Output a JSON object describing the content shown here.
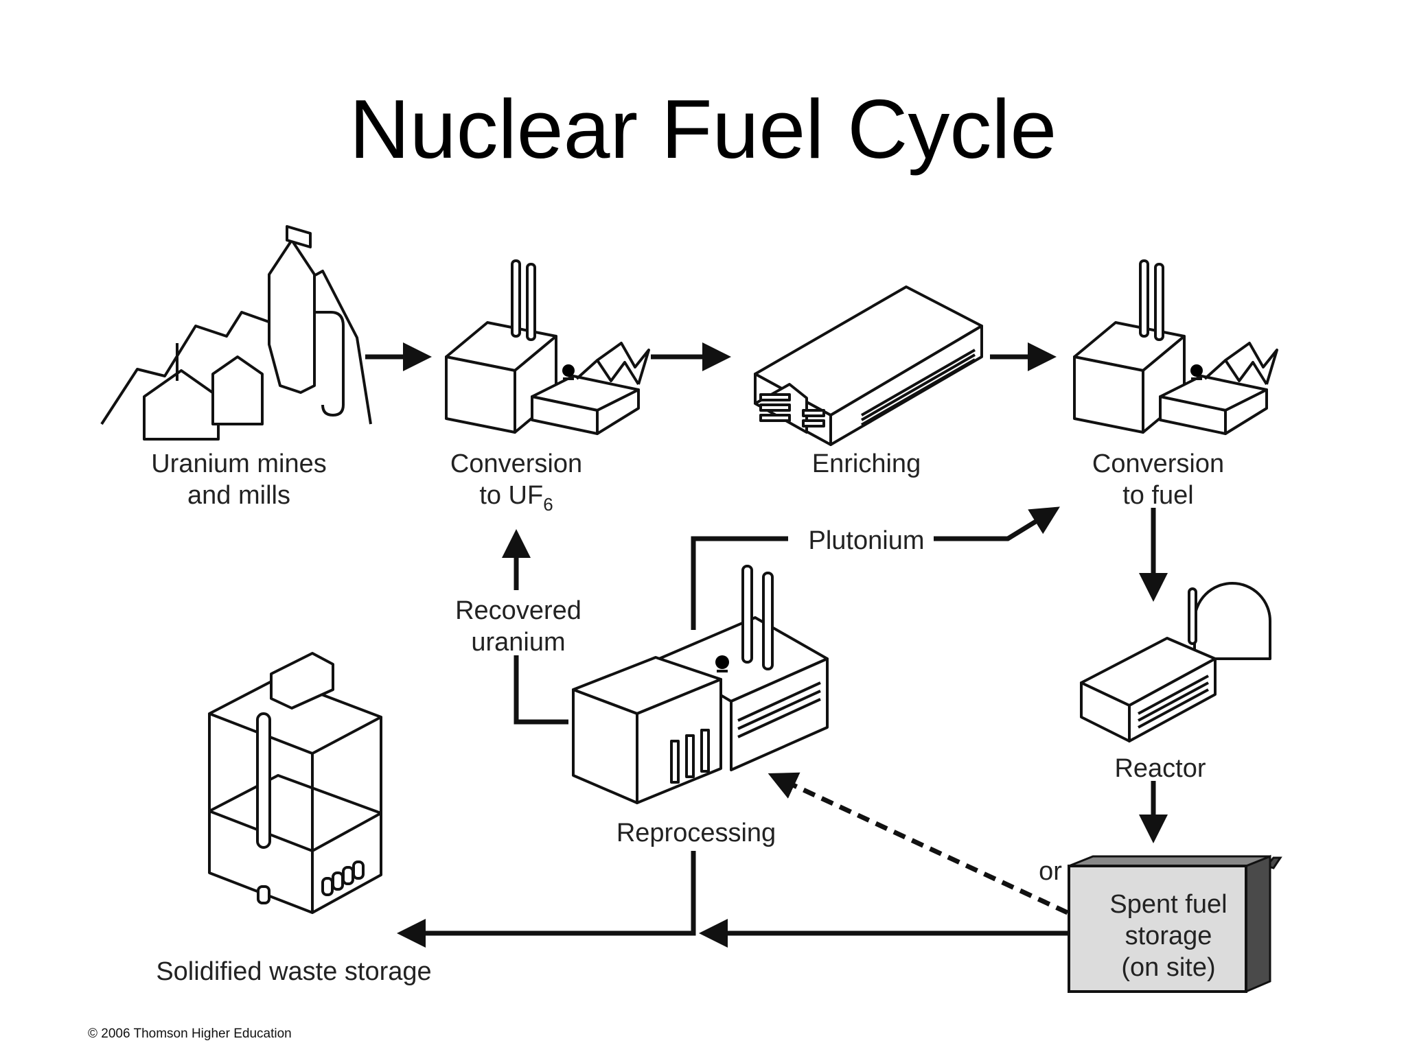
{
  "title": "Nuclear Fuel Cycle",
  "nodes": {
    "mines": {
      "line1": "Uranium mines",
      "line2": "and mills"
    },
    "conversion_uf6": {
      "line1": "Conversion",
      "line2_main": "to UF",
      "line2_sub": "6"
    },
    "enriching": {
      "label": "Enriching"
    },
    "conversion_fuel": {
      "line1": "Conversion",
      "line2": "to fuel"
    },
    "reactor": {
      "label": "Reactor"
    },
    "spent_fuel": {
      "line1": "Spent fuel",
      "line2": "storage",
      "line3": "(on site)"
    },
    "reprocessing": {
      "label": "Reprocessing"
    },
    "waste": {
      "label": "Solidified waste storage"
    }
  },
  "flows": {
    "plutonium": "Plutonium",
    "recovered_line1": "Recovered",
    "recovered_line2": "uranium",
    "or": "or"
  },
  "copyright": "© 2006 Thomson Higher Education"
}
